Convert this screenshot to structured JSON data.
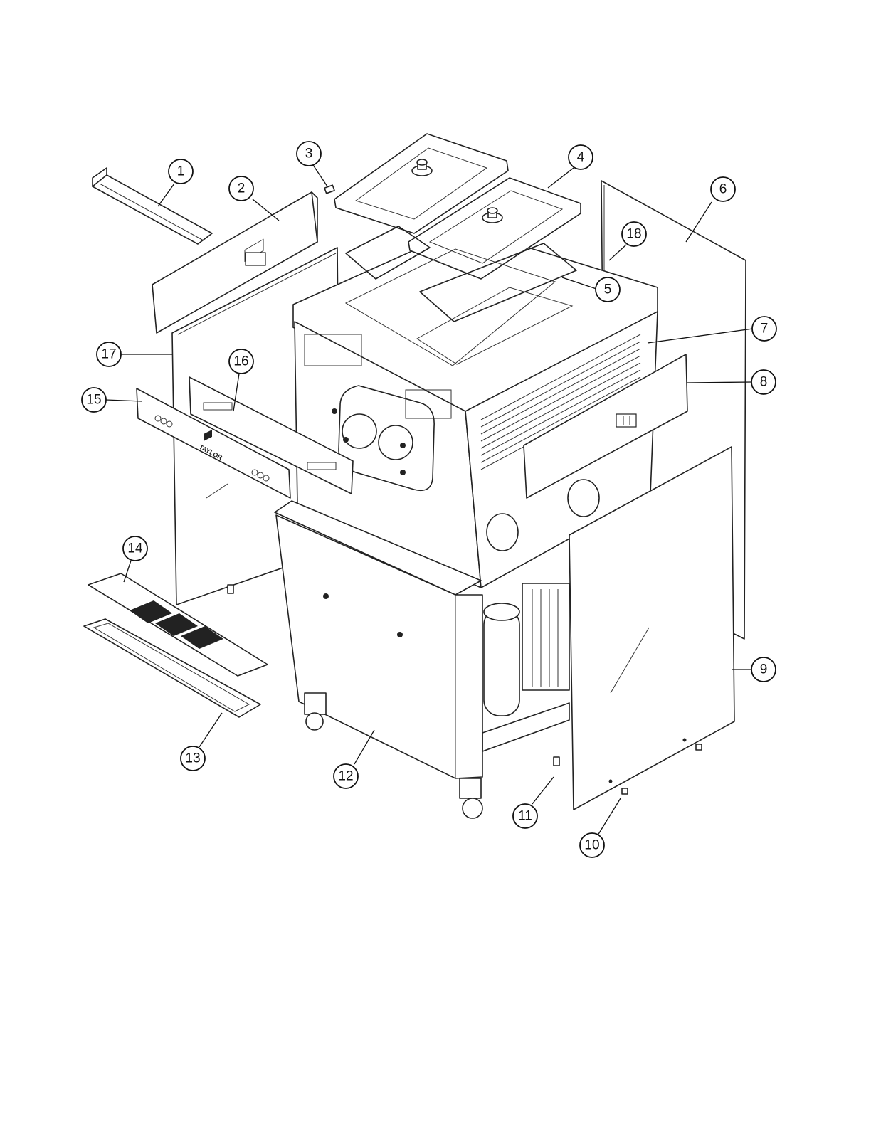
{
  "diagram": {
    "brand_text": "TAYLOR",
    "callouts": [
      {
        "label": "1"
      },
      {
        "label": "2"
      },
      {
        "label": "3"
      },
      {
        "label": "4"
      },
      {
        "label": "5"
      },
      {
        "label": "6"
      },
      {
        "label": "7"
      },
      {
        "label": "8"
      },
      {
        "label": "9"
      },
      {
        "label": "10"
      },
      {
        "label": "11"
      },
      {
        "label": "12"
      },
      {
        "label": "13"
      },
      {
        "label": "14"
      },
      {
        "label": "15"
      },
      {
        "label": "16"
      },
      {
        "label": "17"
      },
      {
        "label": "18"
      }
    ]
  }
}
